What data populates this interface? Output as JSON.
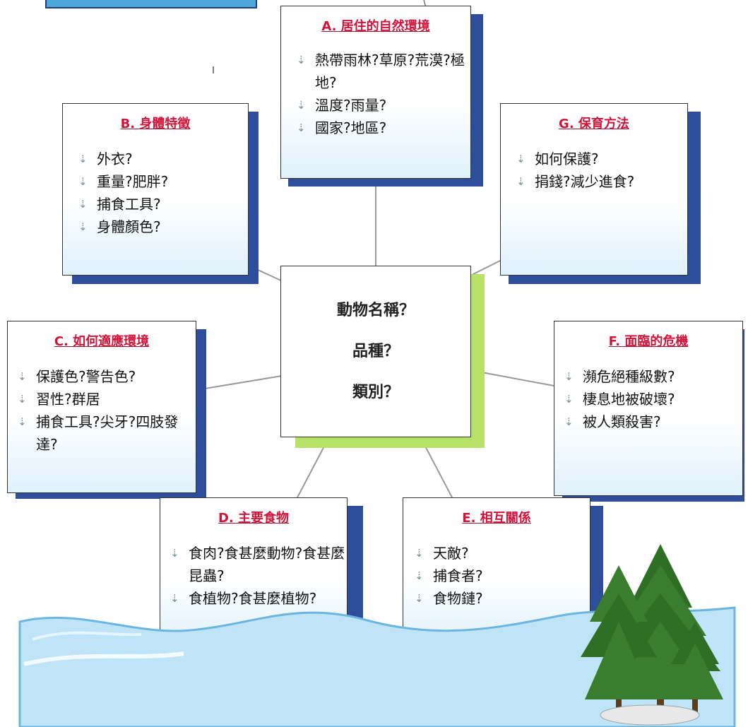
{
  "center": {
    "lines": [
      "動物名稱？",
      "品種？",
      "類別？"
    ]
  },
  "boxes": {
    "a": {
      "title": "A. 居住的自然環境",
      "items": [
        "熱帶雨林?草原?荒漠?極地?",
        "溫度?雨量?",
        "國家?地區?"
      ]
    },
    "b": {
      "title": "B. 身體特徵",
      "items": [
        "外衣?",
        "重量?肥胖?",
        "捕食工具?",
        "身體顏色?"
      ]
    },
    "g": {
      "title": "G. 保育方法",
      "items": [
        "如何保護?",
        "捐錢?減少進食?"
      ]
    },
    "c": {
      "title": "C. 如何適應環境",
      "items": [
        "保護色?警告色?",
        "習性?群居",
        "捕食工具?尖牙?四肢發達?"
      ]
    },
    "f": {
      "title": "F. 面臨的危機",
      "items": [
        "瀕危絕種級數?",
        "棲息地被破壞?",
        "被人類殺害?"
      ]
    },
    "d": {
      "title": "D. 主要食物",
      "items": [
        "食肉?食甚麼動物?食甚麼昆蟲?",
        "食植物?食甚麼植物?"
      ]
    },
    "e": {
      "title": "E. 相互關係",
      "items": [
        "天敵?",
        "捕食者?",
        "食物鏈?"
      ]
    }
  },
  "colors": {
    "title": "#d2143a",
    "shadow": "#2e4e9c",
    "center_shadow": "#b6e26a",
    "water": "#bfe3f7",
    "tree": "#3b7d2e"
  },
  "icons": {
    "bullet": "arrow-down-bullet-icon",
    "tree": "pine-tree-icon",
    "wave": "water-wave-icon"
  }
}
